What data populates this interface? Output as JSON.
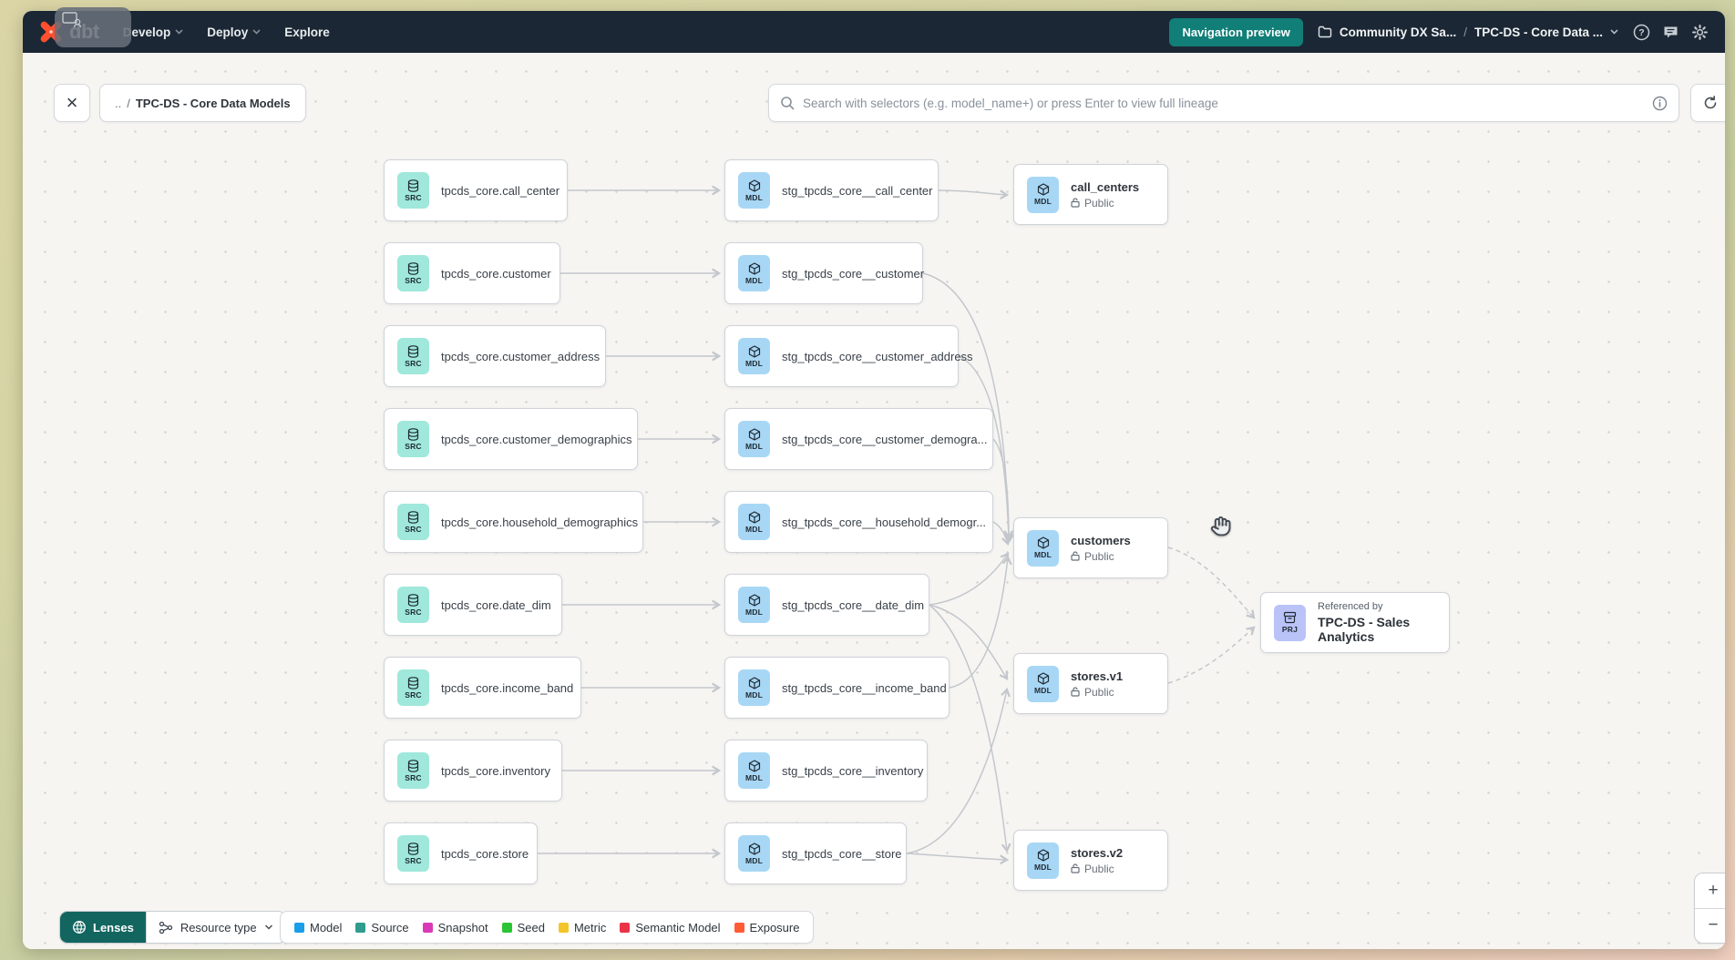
{
  "navbar": {
    "logo_text": "dbt",
    "items": [
      {
        "label": "Develop",
        "has_chevron": true
      },
      {
        "label": "Deploy",
        "has_chevron": true
      },
      {
        "label": "Explore",
        "has_chevron": false
      }
    ],
    "preview_button": "Navigation preview",
    "account": "Community DX Sa...",
    "separator": "/",
    "project": "TPC-DS - Core Data ..."
  },
  "toolbar": {
    "close_glyph": "×",
    "breadcrumb_prefix": "..",
    "breadcrumb_sep": "/",
    "breadcrumb_title": "TPC-DS - Core Data Models",
    "search_placeholder": "Search with selectors (e.g. model_name+) or press Enter to view full lineage"
  },
  "graph": {
    "badges": {
      "src": "SRC",
      "mdl": "MDL",
      "prj": "PRJ"
    },
    "source_nodes": [
      {
        "label": "tpcds_core.call_center"
      },
      {
        "label": "tpcds_core.customer"
      },
      {
        "label": "tpcds_core.customer_address"
      },
      {
        "label": "tpcds_core.customer_demographics"
      },
      {
        "label": "tpcds_core.household_demographics"
      },
      {
        "label": "tpcds_core.date_dim"
      },
      {
        "label": "tpcds_core.income_band"
      },
      {
        "label": "tpcds_core.inventory"
      },
      {
        "label": "tpcds_core.store"
      }
    ],
    "staging_nodes": [
      {
        "label": "stg_tpcds_core__call_center"
      },
      {
        "label": "stg_tpcds_core__customer"
      },
      {
        "label": "stg_tpcds_core__customer_address"
      },
      {
        "label": "stg_tpcds_core__customer_demogra..."
      },
      {
        "label": "stg_tpcds_core__household_demogr..."
      },
      {
        "label": "stg_tpcds_core__date_dim"
      },
      {
        "label": "stg_tpcds_core__income_band"
      },
      {
        "label": "stg_tpcds_core__inventory"
      },
      {
        "label": "stg_tpcds_core__store"
      }
    ],
    "public_nodes": [
      {
        "title": "call_centers",
        "visibility": "Public"
      },
      {
        "title": "customers",
        "visibility": "Public"
      },
      {
        "title": "stores.v1",
        "visibility": "Public"
      },
      {
        "title": "stores.v2",
        "visibility": "Public"
      }
    ],
    "project_node": {
      "caption": "Referenced by",
      "title": "TPC-DS - Sales Analytics"
    }
  },
  "footer": {
    "lenses": "Lenses",
    "resource_type": "Resource type",
    "legend": [
      {
        "label": "Model",
        "color": "#189fe8"
      },
      {
        "label": "Source",
        "color": "#2f9c8e"
      },
      {
        "label": "Snapshot",
        "color": "#d93bb8"
      },
      {
        "label": "Seed",
        "color": "#2bc434"
      },
      {
        "label": "Metric",
        "color": "#f4c527"
      },
      {
        "label": "Semantic Model",
        "color": "#ea3348"
      },
      {
        "label": "Exposure",
        "color": "#ff5c35"
      }
    ]
  },
  "zoom": {
    "in": "+",
    "out": "−"
  },
  "colors": {
    "accent_teal": "#117e78",
    "model_icon_bg": "#a8d7f5",
    "source_icon_bg": "#9fe8db",
    "project_icon_bg": "#b9c3f7"
  }
}
